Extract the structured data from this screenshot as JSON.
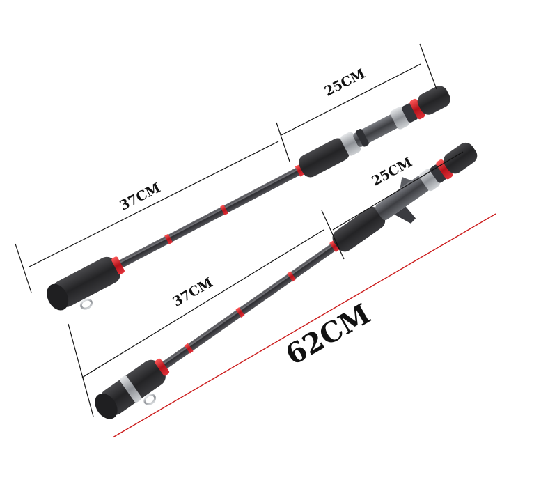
{
  "labels": {
    "top_rod_handle": "25CM",
    "top_rod_blank": "37CM",
    "bottom_rod_handle": "25CM",
    "bottom_rod_blank": "37CM",
    "total_length": "62CM"
  },
  "colors": {
    "background": "#ffffff",
    "dimension_line": "#111111",
    "total_line": "#cc1b1b",
    "grip_foam": "#2a2a2c",
    "blank_carbon": "#3b3b3f",
    "accent_ring": "#c4161c",
    "metal": "#b9bcc0"
  }
}
